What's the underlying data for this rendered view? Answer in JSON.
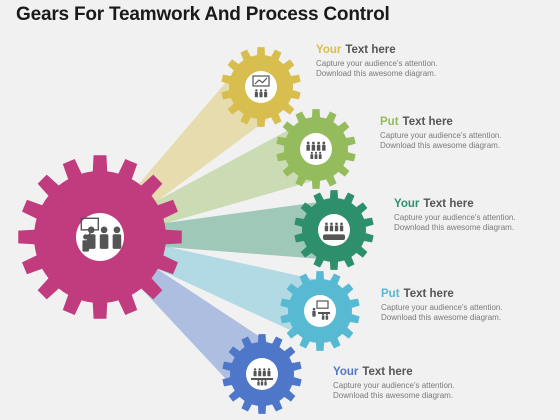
{
  "title": "Gears For Teamwork And Process Control",
  "colors": {
    "main": "#c13c7e",
    "background": "#f1f1f1"
  },
  "main_gear": {
    "icon": "team-presentation-icon"
  },
  "items": [
    {
      "accent": "Your",
      "heading": "Text here",
      "line1": "Capture your audience's attention.",
      "line2": "Download this awesome diagram.",
      "color": "#d8be4f",
      "icon": "presentation-board-icon"
    },
    {
      "accent": "Put",
      "heading": "Text here",
      "line1": "Capture your audience's attention.",
      "line2": "Download this awesome diagram.",
      "color": "#95bc5c",
      "icon": "group-icon"
    },
    {
      "accent": "Your",
      "heading": "Text here",
      "line1": "Capture your audience's attention.",
      "line2": "Download this awesome diagram.",
      "color": "#2d8f6b",
      "icon": "team-icon"
    },
    {
      "accent": "Put",
      "heading": "Text here",
      "line1": "Capture your audience's attention.",
      "line2": "Download this awesome diagram.",
      "color": "#57b9d2",
      "icon": "meeting-icon"
    },
    {
      "accent": "Your",
      "heading": "Text here",
      "line1": "Capture your audience's attention.",
      "line2": "Download this awesome diagram.",
      "color": "#4f77c9",
      "icon": "conference-icon"
    }
  ]
}
